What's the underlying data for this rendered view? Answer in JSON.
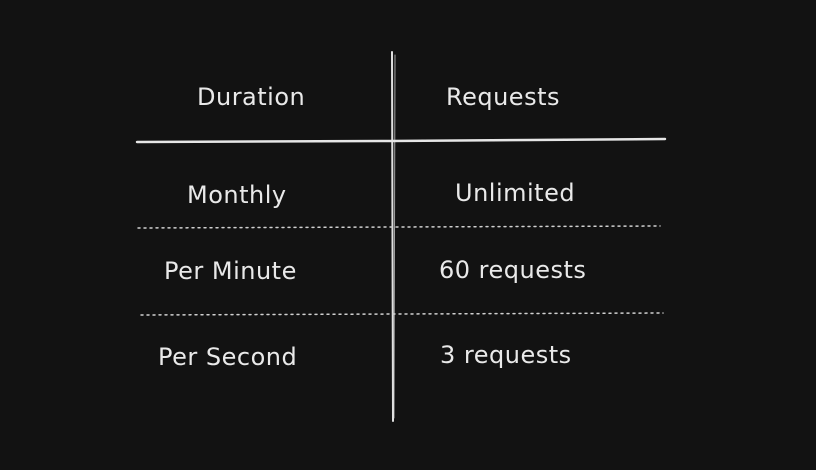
{
  "table": {
    "headers": [
      "Duration",
      "Requests"
    ],
    "rows": [
      {
        "duration": "Monthly",
        "requests": "Unlimited"
      },
      {
        "duration": "Per Minute",
        "requests": "60 requests"
      },
      {
        "duration": "Per Second",
        "requests": "3 requests"
      }
    ]
  },
  "colors": {
    "background": "#121212",
    "ink": "#e9e9e9"
  }
}
